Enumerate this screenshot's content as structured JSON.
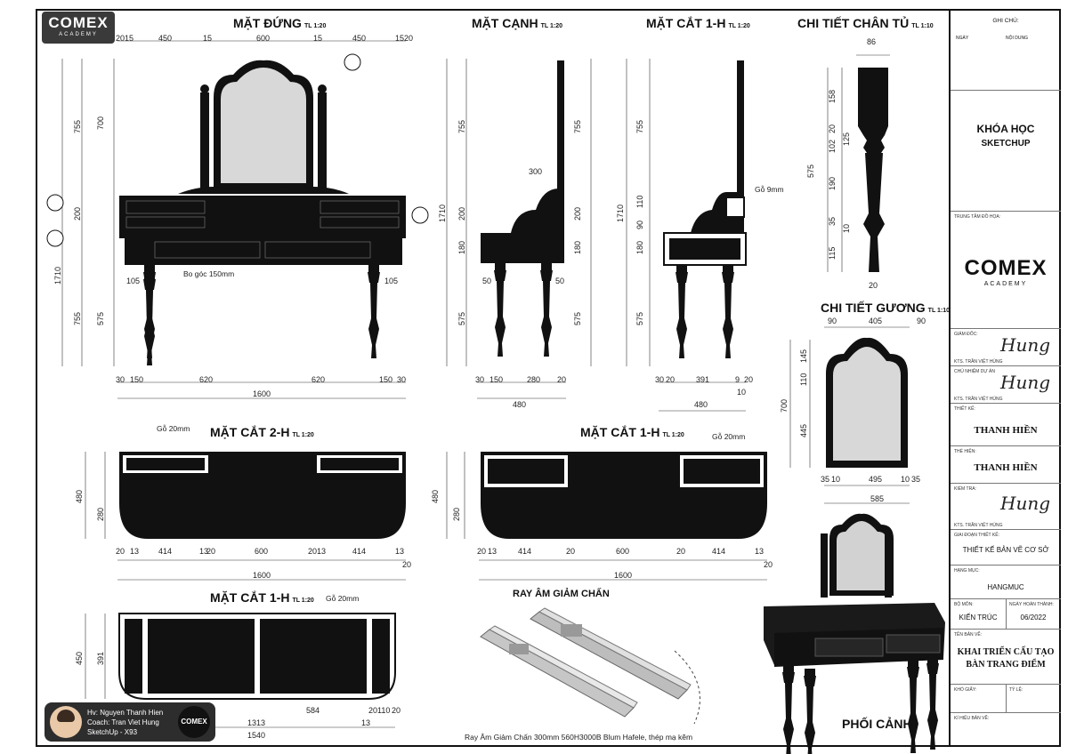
{
  "logo": {
    "brand": "COMEX",
    "sub": "ACADEMY"
  },
  "titleblock": {
    "ghi_chu": "GHI CHÚ:",
    "ngay": "NGÀY",
    "noi_dung": "NỘI DUNG",
    "course1": "KHÓA HỌC",
    "course2": "SKETCHUP",
    "trung_tam": "TRUNG TÂM ĐỒ HỌA:",
    "brand": "COMEX",
    "brand_sub": "ACADEMY",
    "giam_doc": "GIÁM ĐỐC:",
    "kts1": "KTS. TRẦN VIỆT HÙNG",
    "chu_nhiem": "CHỦ NHIỆM DỰ ÁN",
    "kts2": "KTS. TRẦN VIỆT HÙNG",
    "thiet_ke": "THIẾT KẾ:",
    "thiet_ke_val": "THANH HIỀN",
    "the_hien": "THỂ HIỆN:",
    "the_hien_val": "THANH HIỀN",
    "kiem_tra": "KIỂM TRA:",
    "kts3": "KTS. TRẦN VIỆT HÙNG",
    "giai_doan": "GIAI ĐOẠN THIẾT KẾ:",
    "giai_doan_val": "THIẾT KẾ BẢN VẼ CƠ SỞ",
    "hang_muc": "HẠNG MỤC:",
    "hang_muc_val": "HANGMUC",
    "bo_mon": "BỘ MÔN:",
    "bo_mon_val": "KIẾN TRÚC",
    "ngay_ht": "NGÀY HOÀN THÀNH:",
    "ngay_ht_val": "06/2022",
    "ten_ban_ve": "TÊN BẢN VẼ:",
    "ten_ban_ve_1": "KHAI TRIỂN CẤU TẠO",
    "ten_ban_ve_2": "BÀN TRANG ĐIỂM",
    "kho_giay": "KHỔ GIẤY:",
    "ty_le": "TỶ LỆ:",
    "ky_hieu": "KÍ HIỆU BẢN VẼ:",
    "sig": "Hung"
  },
  "views": {
    "mat_dung": "MẶT ĐỨNG",
    "mat_canh": "MẶT CẠNH",
    "mat_cat_1h": "MẶT CẮT 1-H",
    "chan_tu": "CHI TIẾT CHÂN TỦ",
    "chi_tiet_guong": "CHI TIẾT GƯƠNG",
    "mat_cat_2h_plan": "MẶT CẮT 2-H",
    "mat_cat_1h_plan": "MẶT CẮT 1-H",
    "mat_cat_1h_bottom": "MẶT CẮT 1-H",
    "ray": "RAY ÂM GIẢM CHẤN",
    "phoi_canh": "PHỐI CẢNH",
    "scale20": "TL 1:20",
    "scale10": "TL 1:10"
  },
  "notes": {
    "bo_goc": "Bo góc 150mm",
    "go9": "Gỗ 9mm",
    "go20a": "Gỗ 20mm",
    "go20b": "Gỗ 20mm",
    "go20c": "Gỗ 20mm",
    "ray_caption": "Ray Âm Giảm Chấn 300mm 560H3000B Blum Hafele, thép mạ kẽm"
  },
  "author": {
    "line1": "Hv: Nguyen Thanh Hien",
    "line2": "Coach: Tran Viet Hung",
    "line3": "SketchUp - X93",
    "badge": "COMEX"
  },
  "dims": {
    "front_top": [
      "20",
      "15",
      "450",
      "15",
      "600",
      "15",
      "450",
      "15",
      "20"
    ],
    "front_left": [
      "755",
      "700",
      "1710",
      "200",
      "755",
      "575"
    ],
    "front_bottom": [
      "30",
      "150",
      "620",
      "620",
      "150",
      "30"
    ],
    "front_total": "1600",
    "front_105a": "105",
    "front_105b": "105",
    "side_bottom": [
      "30",
      "150",
      "280",
      "20"
    ],
    "side_total": "480",
    "side_300": "300",
    "side_50a": "50",
    "side_50b": "50",
    "side_right": [
      "755",
      "200",
      "180",
      "575"
    ],
    "side_left": [
      "755",
      "1710",
      "200",
      "180",
      "575"
    ],
    "section_bottom": [
      "30",
      "20",
      "391",
      "9",
      "20"
    ],
    "section_10": "10",
    "section_total": "480",
    "section_left": [
      "755",
      "1710",
      "110",
      "90",
      "180",
      "575"
    ],
    "leg_top": "86",
    "leg_right": [
      "158",
      "20",
      "102",
      "125",
      "190",
      "35",
      "10",
      "115"
    ],
    "leg_left": "575",
    "leg_bottom": "20",
    "mirror_top": [
      "90",
      "405",
      "90"
    ],
    "mirror_left": [
      "700",
      "145",
      "110",
      "445"
    ],
    "mirror_bottom": [
      "35",
      "10",
      "495",
      "10",
      "35"
    ],
    "mirror_total": "585",
    "plan1_bottom": [
      "20",
      "13",
      "414",
      "13",
      "20",
      "600",
      "20",
      "13",
      "414",
      "13",
      "20"
    ],
    "plan1_total": "1600",
    "plan1_left": [
      "480",
      "280"
    ],
    "plan2_bottom": [
      "20",
      "13",
      "414",
      "20",
      "600",
      "20",
      "414",
      "13",
      "20"
    ],
    "plan2_total": "1600",
    "plan2_left": [
      "480",
      "280"
    ],
    "plan3_bottom": [
      "1313",
      "584",
      "13",
      "20",
      "110",
      "20"
    ],
    "plan3_total": "1540",
    "plan3_left": [
      "450",
      "391"
    ]
  }
}
